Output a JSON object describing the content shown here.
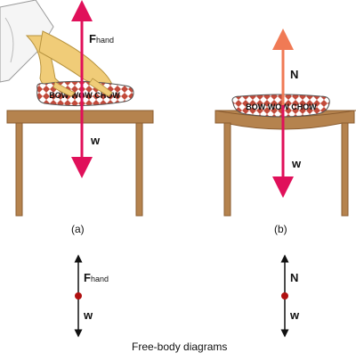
{
  "panel_a": {
    "label": "(a)",
    "bag_text": "BOW WOW CHOW",
    "force_hand": {
      "symbol": "F",
      "subscript": "hand"
    },
    "weight": "w"
  },
  "panel_b": {
    "label": "(b)",
    "bag_text": "BOW WOW CHOW",
    "normal": "N",
    "weight": "w"
  },
  "fbd_a": {
    "force_hand": {
      "symbol": "F",
      "subscript": "hand"
    },
    "weight": "w"
  },
  "fbd_b": {
    "normal": "N",
    "weight": "w"
  },
  "caption": "Free-body diagrams",
  "colors": {
    "table_wood": "#b5834e",
    "table_dark": "#8a5c30",
    "arrow_red": "#e0105a",
    "arrow_orange": "#f07a55",
    "bag_pattern": "#c24a3a",
    "hand_skin": "#f0cc78",
    "sleeve": "#f5f5f5",
    "dot": "#b01010"
  }
}
